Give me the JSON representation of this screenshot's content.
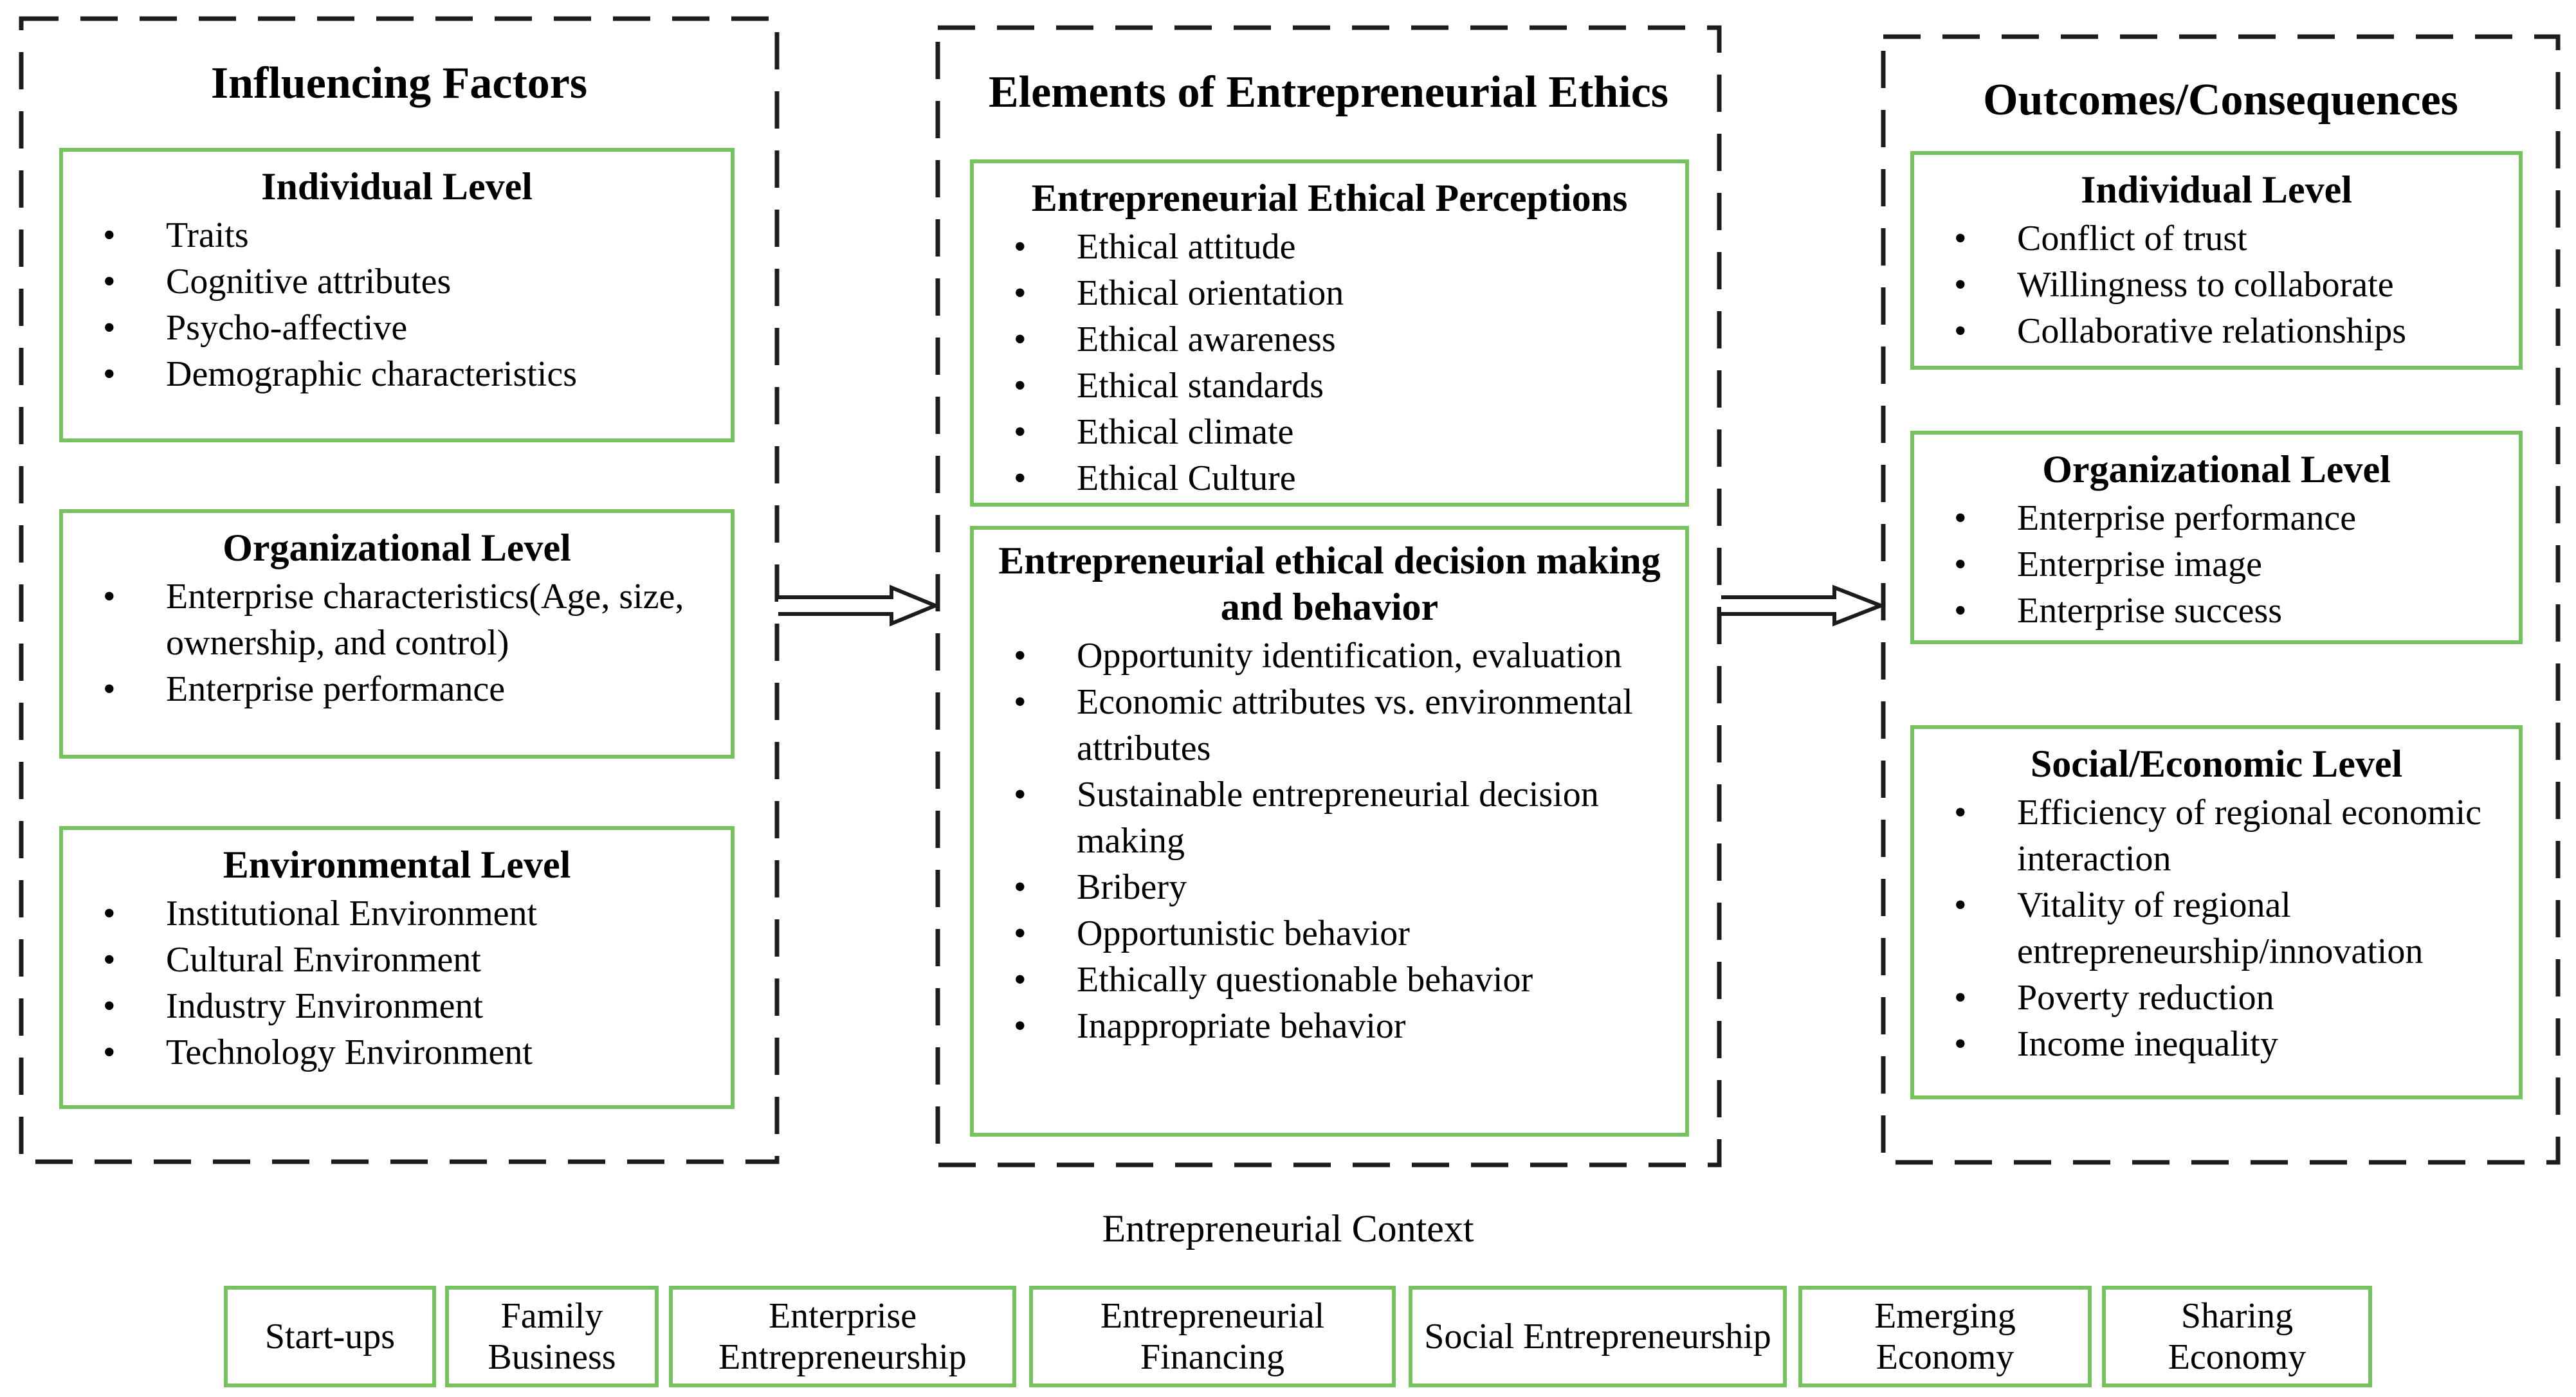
{
  "colors": {
    "green_border": "#76c25f",
    "dashed_border": "#1c1c1c",
    "text": "#000000",
    "background": "#ffffff"
  },
  "columns": [
    {
      "title": "Influencing Factors",
      "boxes": [
        {
          "header": "Individual Level",
          "items": [
            "Traits",
            "Cognitive attributes",
            "Psycho-affective",
            "Demographic characteristics"
          ]
        },
        {
          "header": "Organizational Level",
          "items": [
            "Enterprise characteristics(Age, size, ownership, and control)",
            "Enterprise performance"
          ]
        },
        {
          "header": "Environmental Level",
          "items": [
            "Institutional Environment",
            "Cultural Environment",
            "Industry Environment",
            "Technology Environment"
          ]
        }
      ]
    },
    {
      "title": "Elements of Entrepreneurial Ethics",
      "boxes": [
        {
          "header": "Entrepreneurial Ethical Perceptions",
          "items": [
            "Ethical attitude",
            "Ethical orientation",
            "Ethical awareness",
            "Ethical standards",
            "Ethical climate",
            "Ethical Culture"
          ]
        },
        {
          "header": "Entrepreneurial ethical decision making and behavior",
          "items": [
            "Opportunity identification, evaluation",
            "Economic attributes vs. environmental attributes",
            "Sustainable entrepreneurial decision making",
            "Bribery",
            "Opportunistic behavior",
            "Ethically questionable behavior",
            "Inappropriate behavior"
          ]
        }
      ]
    },
    {
      "title": "Outcomes/Consequences",
      "boxes": [
        {
          "header": "Individual Level",
          "items": [
            "Conflict of trust",
            "Willingness to collaborate",
            "Collaborative relationships"
          ]
        },
        {
          "header": "Organizational Level",
          "items": [
            "Enterprise performance",
            "Enterprise image",
            "Enterprise success"
          ]
        },
        {
          "header": "Social/Economic Level",
          "items": [
            "Efficiency of regional economic interaction",
            "Vitality of regional entrepreneurship/innovation",
            "Poverty reduction",
            "Income inequality"
          ]
        }
      ]
    }
  ],
  "context": {
    "label": "Entrepreneurial Context",
    "boxes": [
      "Start-ups",
      "Family Business",
      "Enterprise Entrepreneurship",
      "Entrepreneurial Financing",
      "Social Entrepreneurship",
      "Emerging Economy",
      "Sharing Economy"
    ]
  }
}
